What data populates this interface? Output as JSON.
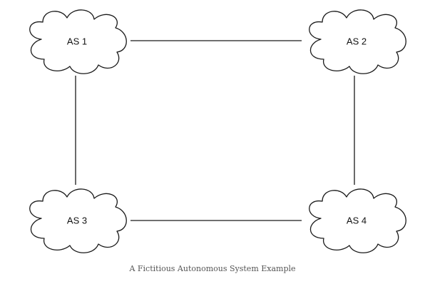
{
  "diagram": {
    "nodes": [
      {
        "id": "as1",
        "label": "AS 1"
      },
      {
        "id": "as2",
        "label": "AS 2"
      },
      {
        "id": "as3",
        "label": "AS 3"
      },
      {
        "id": "as4",
        "label": "AS 4"
      }
    ],
    "links": [
      {
        "from": "as1",
        "to": "as2"
      },
      {
        "from": "as1",
        "to": "as3"
      },
      {
        "from": "as2",
        "to": "as4"
      },
      {
        "from": "as3",
        "to": "as4"
      }
    ],
    "caption": "A Fictitious Autonomous System Example"
  }
}
